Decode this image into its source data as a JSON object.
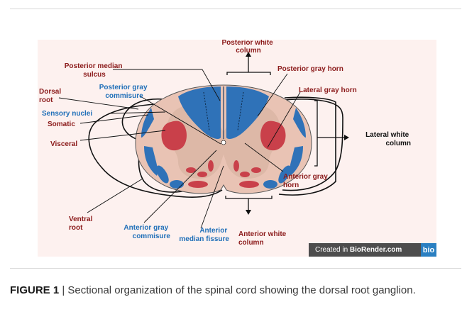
{
  "labels": {
    "posterior_white_column": [
      "Posterior white",
      "column"
    ],
    "posterior_median_sulcus": [
      "Posterior median",
      "sulcus"
    ],
    "posterior_gray_horn": "Posterior gray horn",
    "dorsal_root": [
      "Dorsal",
      "root"
    ],
    "posterior_gray_commisure": [
      "Posterior gray",
      "commisure"
    ],
    "lateral_gray_horn": "Lateral gray horn",
    "sensory_nuclei": "Sensory nuclei",
    "somatic": "Somatic",
    "visceral": "Visceral",
    "lateral_white_column": [
      "Lateral white",
      "column"
    ],
    "anterior_gray_horn": [
      "Anterior gray",
      "horn"
    ],
    "ventral_root": [
      "Ventral",
      "root"
    ],
    "anterior_gray_commisure": [
      "Anterior  gray",
      "commisure"
    ],
    "anterior_median_fissure": [
      "Anterior",
      "median fissure"
    ],
    "anterior_white_column": [
      "Anterior white",
      "column"
    ]
  },
  "watermark": {
    "prefix": "Created in ",
    "brand": "BioRender.com",
    "logo": "bio"
  },
  "caption": {
    "figure_label": "FIGURE 1",
    "separator": " | ",
    "text": "Sectional organization of the spinal cord showing the dorsal root ganglion."
  },
  "colors": {
    "white_matter": "#e9c3b4",
    "gray_matter": "#d9b8a8",
    "sensory_blue": "#2f72b8",
    "motor_red": "#c9404a",
    "panel_bg": "#fdf1ef"
  }
}
